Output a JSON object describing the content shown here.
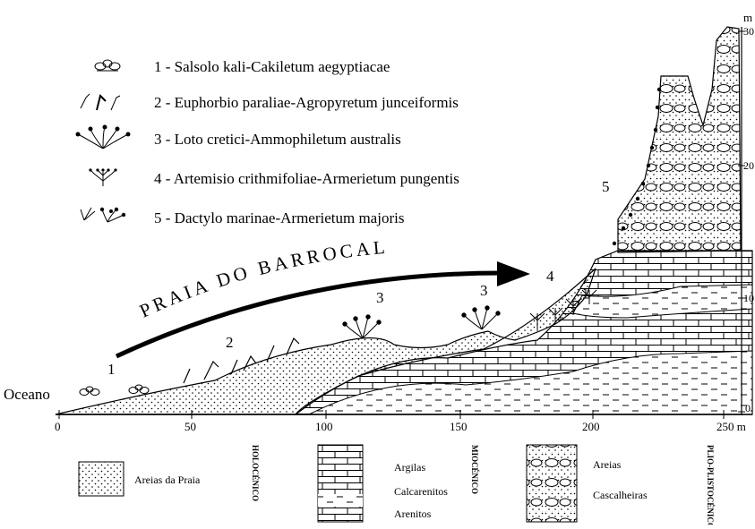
{
  "legend": [
    {
      "number": "1",
      "label": "1 - Salsolo kali-Cakiletum aegyptiacae"
    },
    {
      "number": "2",
      "label": "2 - Euphorbio paraliae-Agropyretum junceiformis"
    },
    {
      "number": "3",
      "label": "3 - Loto cretici-Ammophiletum australis"
    },
    {
      "number": "4",
      "label": "4 - Artemisio crithmifoliae-Armerietum pungentis"
    },
    {
      "number": "5",
      "label": "5 - Dactylo marinae-Armerietum majoris"
    }
  ],
  "site_title": "PRAIA DO BARROCAL",
  "ocean_label": "Oceano",
  "x_axis": {
    "ticks": [
      "0",
      "50",
      "100",
      "150",
      "200",
      "250 m"
    ]
  },
  "y_axis": {
    "unit": "m",
    "ticks": [
      "30",
      "20",
      "10",
      "0"
    ]
  },
  "zone_labels": [
    "1",
    "2",
    "3",
    "3",
    "4",
    "5"
  ],
  "bottom_legend": {
    "sand_label": "Areias da Praia",
    "holocene": "HOLOCÉNICO",
    "miocene_items": [
      "Argilas",
      "Calcarenitos",
      "Arenitos"
    ],
    "miocene": "MIOCÉNICO",
    "plio_items": [
      "Areias",
      "Cascalheiras"
    ],
    "plio": "PLIO-PLISTOCÉNICO"
  }
}
